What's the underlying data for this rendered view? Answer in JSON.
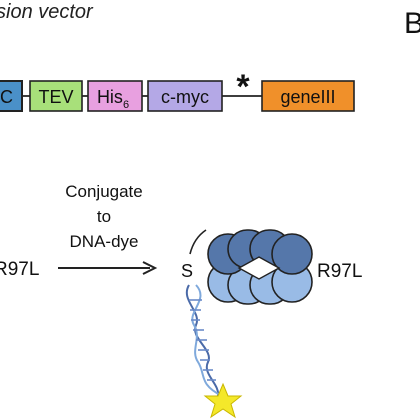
{
  "header": {
    "title": "sion vector",
    "panel_letter": "B"
  },
  "construct": {
    "c_terminal_partial": "C",
    "tev": "TEV",
    "his_main": "His",
    "his_subscript": "6",
    "cmyc": "c-myc",
    "stop": "*",
    "gene3": "geneIII"
  },
  "colors": {
    "c_box": "#4a90c8",
    "tev": "#a8e07a",
    "his": "#e8a0e0",
    "cmyc": "#b4a8e6",
    "gene3": "#f0902a",
    "dimer_top": "#5577aa",
    "dimer_bottom": "#99bbe6",
    "star": "#f4e82a"
  },
  "reaction": {
    "label_line1": "Conjugate",
    "label_line2": "to",
    "label_line3": "DNA-dye",
    "left_label": "R97L",
    "right_label": "R97L",
    "s_label": "S"
  }
}
